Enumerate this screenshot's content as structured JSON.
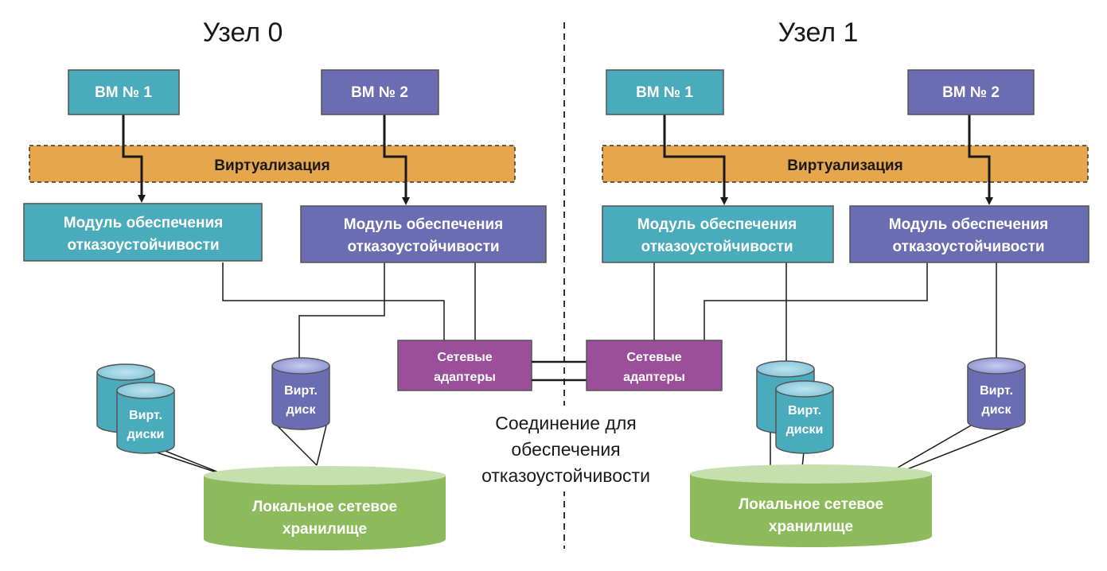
{
  "colors": {
    "teal": "#4aabbd",
    "purple": "#6b6db3",
    "orange": "#e5a64c",
    "magenta": "#9b4e9a",
    "green": "#8dbb5b",
    "green_top": "#c6dfae",
    "line": "#1a1a1a"
  },
  "node0": {
    "title": "Узел 0",
    "vm1": "ВМ № 1",
    "vm2": "ВМ № 2",
    "virt": "Виртуализация",
    "ft1": [
      "Модуль обеспечения",
      "отказоустойчивости"
    ],
    "ft2": [
      "Модуль обеспечения",
      "отказоустойчивости"
    ],
    "net": [
      "Сетевые",
      "адаптеры"
    ],
    "disks": [
      "Вирт.",
      "диски"
    ],
    "disk": [
      "Вирт.",
      "диск"
    ],
    "storage": [
      "Локальное сетевое",
      "хранилище"
    ]
  },
  "node1": {
    "title": "Узел 1",
    "vm1": "ВМ  № 1",
    "vm2": "ВМ  № 2",
    "virt": "Виртуализация",
    "ft1": [
      "Модуль обеспечения",
      "отказоустойчивости"
    ],
    "ft2": [
      "Модуль обеспечения",
      "отказоустойчивости"
    ],
    "net": [
      "Сетевые",
      "адаптеры"
    ],
    "disks": [
      "Вирт.",
      "диски"
    ],
    "disk": [
      "Вирт.",
      "диск"
    ],
    "storage": [
      "Локальное сетевое",
      "хранилище"
    ]
  },
  "connection": [
    "Соединение для",
    "обеспечения",
    "отказоустойчивости"
  ]
}
